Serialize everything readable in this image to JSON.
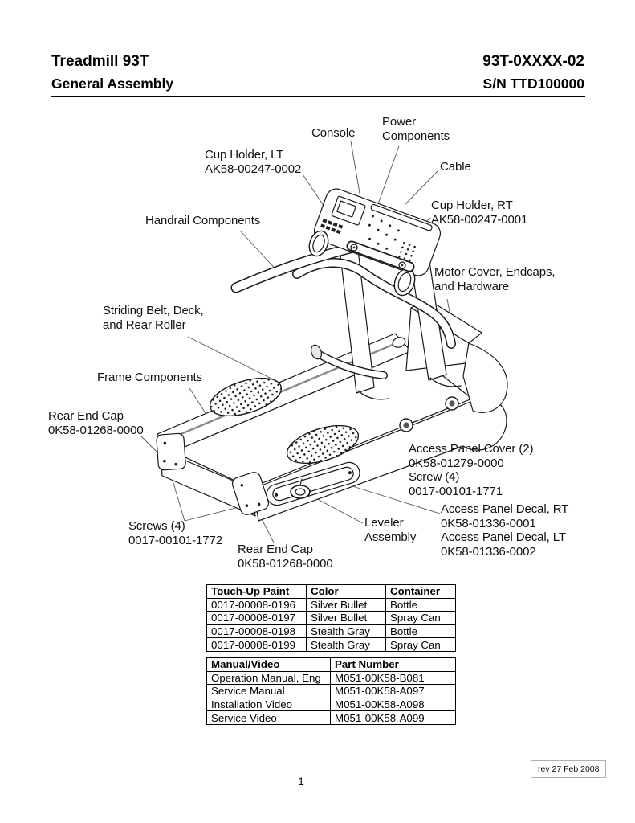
{
  "header": {
    "product": "Treadmill 93T",
    "subtitle": "General Assembly",
    "part_number": "93T-0XXXX-02",
    "serial": "S/N TTD100000"
  },
  "labels": {
    "console": {
      "l1": "Console"
    },
    "power": {
      "l1": "Power",
      "l2": "Components"
    },
    "cup_lt": {
      "l1": "Cup Holder, LT",
      "l2": "AK58-00247-0002"
    },
    "cable": {
      "l1": "Cable"
    },
    "cup_rt": {
      "l1": "Cup Holder, RT",
      "l2": "AK58-00247-0001"
    },
    "handrail": {
      "l1": "Handrail Components"
    },
    "motor": {
      "l1": "Motor Cover, Endcaps,",
      "l2": "and Hardware"
    },
    "belt": {
      "l1": "Striding Belt, Deck,",
      "l2": "and Rear Roller"
    },
    "frame": {
      "l1": "Frame Components"
    },
    "rear_cap_left": {
      "l1": "Rear End Cap",
      "l2": "0K58-01268-0000"
    },
    "access_cover": {
      "l1": "Access Panel Cover (2)",
      "l2": "0K58-01279-0000",
      "l3": "Screw (4)",
      "l4": "0017-00101-1771"
    },
    "access_decal": {
      "l1": "Access Panel Decal, RT",
      "l2": "0K58-01336-0001",
      "l3": "Access Panel Decal, LT",
      "l4": "0K58-01336-0002"
    },
    "leveler": {
      "l1": "Leveler",
      "l2": "Assembly"
    },
    "screws": {
      "l1": "Screws (4)",
      "l2": "0017-00101-1772"
    },
    "rear_cap_bottom": {
      "l1": "Rear End Cap",
      "l2": "0K58-01268-0000"
    }
  },
  "paint_table": {
    "headers": [
      "Touch-Up Paint",
      "Color",
      "Container"
    ],
    "rows": [
      [
        "0017-00008-0196",
        "Silver Bullet",
        "Bottle"
      ],
      [
        "0017-00008-0197",
        "Silver Bullet",
        "Spray Can"
      ],
      [
        "0017-00008-0198",
        "Stealth Gray",
        "Bottle"
      ],
      [
        "0017-00008-0199",
        "Stealth Gray",
        "Spray Can"
      ]
    ]
  },
  "manual_table": {
    "headers": [
      "Manual/Video",
      "Part Number"
    ],
    "rows": [
      [
        "Operation Manual, Eng",
        "M051-00K58-B081"
      ],
      [
        "Service Manual",
        "M051-00K58-A097"
      ],
      [
        "Installation Video",
        "M051-00K58-A098"
      ],
      [
        "Service Video",
        "M051-00K58-A099"
      ]
    ]
  },
  "footer": {
    "revision": "rev 27 Feb 2008",
    "page_number": "1"
  }
}
